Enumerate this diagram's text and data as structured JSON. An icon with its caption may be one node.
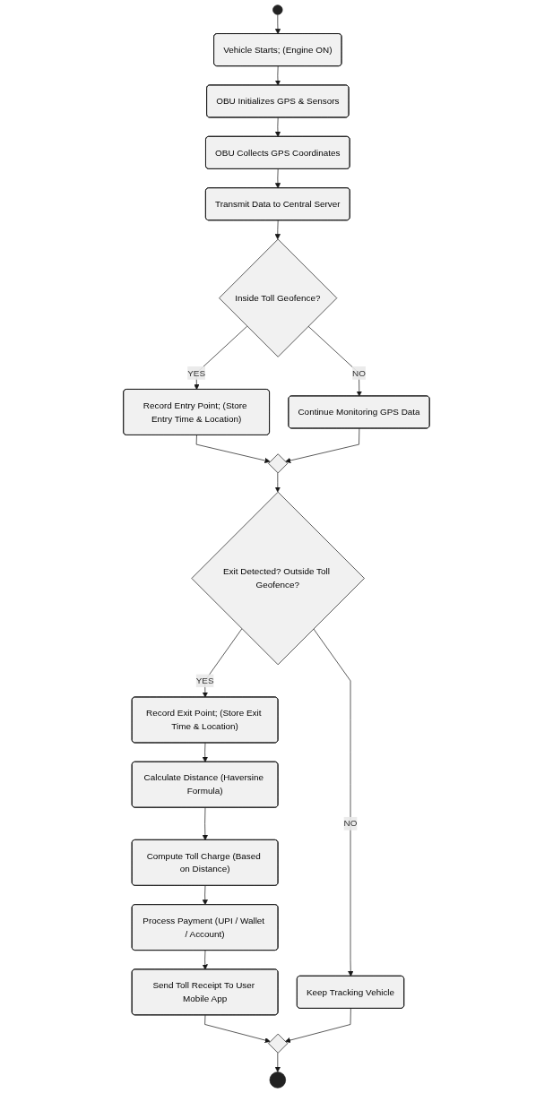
{
  "diagram": {
    "nodes": [
      {
        "text": [],
        "shape": "circle"
      },
      {
        "text": [
          "Vehicle Starts; (Engine ON)"
        ]
      },
      {
        "text": [
          "OBU Initializes GPS & Sensors"
        ]
      },
      {
        "text": [
          "OBU Collects GPS Coordinates"
        ]
      },
      {
        "text": [
          "Transmit Data to Central Server"
        ]
      },
      {
        "text": [
          "Inside Toll Geofence?"
        ]
      },
      {
        "text": [
          "Record Entry Point; (Store Entry Time & Location)"
        ]
      },
      {
        "text": [
          "Continue Monitoring GPS Data"
        ]
      },
      {
        "text": [],
        "shape": "diamond"
      },
      {
        "text": [
          "Exit Detected? Outside Toll Geofence?"
        ]
      },
      {
        "text": [
          "Record Exit Point; (Store Exit Time & Location)"
        ]
      },
      {
        "text": [
          "Keep Tracking Vehicle"
        ]
      },
      {
        "text": [
          "Calculate Distance (Haversine Formula)"
        ]
      },
      {
        "text": [
          "Compute Toll Charge (Based on Distance)"
        ]
      },
      {
        "text": [
          "Process Payment (UPI / Wallet / Account)"
        ]
      },
      {
        "text": [
          "Send Toll Receipt To User Mobile App"
        ]
      },
      {
        "text": [],
        "shape": "diamond"
      },
      {
        "text": [],
        "shape": "circle"
      }
    ],
    "edges": [
      {
        "from": 0,
        "to": 1,
        "arrow": "to"
      },
      {
        "from": 1,
        "to": 2,
        "arrow": "to"
      },
      {
        "from": 2,
        "to": 3,
        "arrow": "to"
      },
      {
        "from": 3,
        "to": 4,
        "arrow": "to"
      },
      {
        "from": 4,
        "to": 5,
        "arrow": "to"
      },
      {
        "from": 5,
        "to": 6,
        "label": "YES",
        "arrow": "to"
      },
      {
        "from": 5,
        "to": 7,
        "label": "NO",
        "arrow": "to"
      },
      {
        "from": 6,
        "to": 8,
        "arrow": "to"
      },
      {
        "from": 7,
        "to": 8,
        "arrow": "to"
      },
      {
        "from": 8,
        "to": 9,
        "arrow": "to"
      },
      {
        "from": 9,
        "to": 10,
        "label": "YES",
        "arrow": "to"
      },
      {
        "from": 9,
        "to": 11,
        "label": "NO",
        "arrow": "to"
      },
      {
        "from": 10,
        "to": 12,
        "arrow": "to"
      },
      {
        "from": 12,
        "to": 13,
        "arrow": "to"
      },
      {
        "from": 13,
        "to": 14,
        "arrow": "to"
      },
      {
        "from": 14,
        "to": 15,
        "arrow": "to"
      },
      {
        "from": 15,
        "to": 16,
        "arrow": "to"
      },
      {
        "from": 11,
        "to": 16,
        "arrow": "to"
      },
      {
        "from": 16,
        "to": 17,
        "arrow": "to"
      }
    ]
  }
}
